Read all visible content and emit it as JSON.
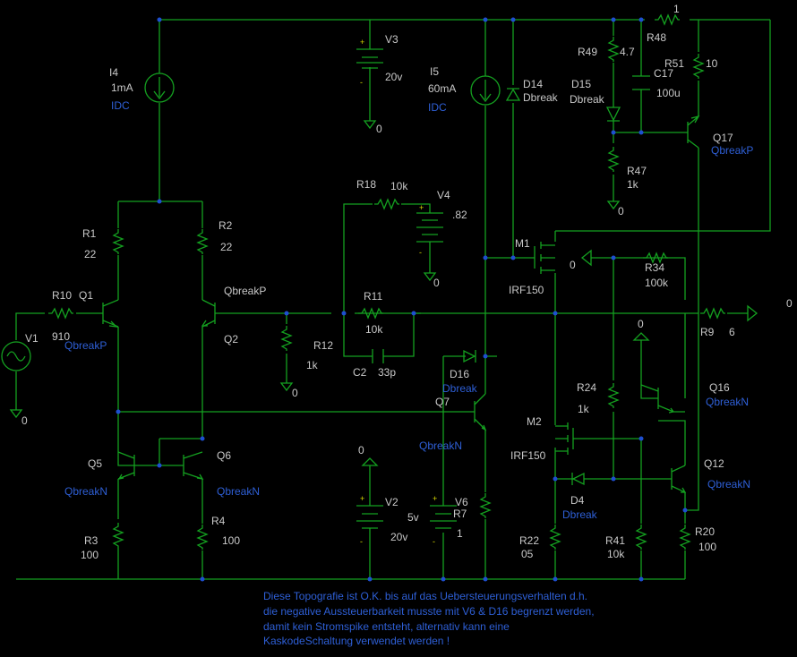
{
  "labels": {
    "I4": "I4",
    "I4_val": "1mA",
    "I4_type": "IDC",
    "V3": "V3",
    "V3_val": "20v",
    "V3_gnd": "0",
    "I5": "I5",
    "I5_val": "60mA",
    "I5_type": "IDC",
    "D14": "D14",
    "D14_model": "Dbreak",
    "R48": "R48",
    "R48_val": "1",
    "R49": "R49",
    "R49_val": "4.7",
    "C17": "C17",
    "C17_val": "100u",
    "R51": "R51",
    "R51_val": "10",
    "D15": "D15",
    "D15_model": "Dbreak",
    "Q17": "Q17",
    "Q17_model": "QbreakP",
    "R47": "R47",
    "R47_val": "1k",
    "R47_gnd": "0",
    "R18": "R18",
    "R18_val": "10k",
    "V4": "V4",
    "V4_val": ".82",
    "V4_gnd": "0",
    "R1": "R1",
    "R1_val": "22",
    "R2": "R2",
    "R2_val": "22",
    "M1": "M1",
    "M1_model": "IRF150",
    "R34": "R34",
    "R34_val": "100k",
    "R34_node": "0",
    "R10": "R10",
    "R10_val": "910",
    "Q1": "Q1",
    "Q1_model": "QbreakP",
    "Q2_model": "QbreakP",
    "Q2": "Q2",
    "R11": "R11",
    "R11_val": "10k",
    "R12": "R12",
    "R12_val": "1k",
    "R12_gnd": "0",
    "C2": "C2",
    "C2_val": "33p",
    "R9": "R9",
    "R9_val": "6",
    "R9_gnd": "0",
    "V1": "V1",
    "V1_gnd": "0",
    "D16": "D16",
    "D16_model": "Dbreak",
    "Q7": "Q7",
    "Q7_model": "QbreakN",
    "R24": "R24",
    "R24_val": "1k",
    "Q16": "Q16",
    "Q16_model": "QbreakN",
    "Q16_node": "0",
    "M2": "M2",
    "M2_model": "IRF150",
    "Q5": "Q5",
    "Q5_model": "QbreakN",
    "Q6": "Q6",
    "Q6_model": "QbreakN",
    "Q12": "Q12",
    "Q12_model": "QbreakN",
    "D4": "D4",
    "D4_model": "Dbreak",
    "V2": "V2",
    "V2_val": "20v",
    "V2_node": "0",
    "V6": "V6",
    "V6_val": "5v",
    "R7": "R7",
    "R7_val": "1",
    "R3": "R3",
    "R3_val": "100",
    "R4": "R4",
    "R4_val": "100",
    "R22": "R22",
    "R22_val": "05",
    "R41": "R41",
    "R41_val": "10k",
    "R20": "R20",
    "R20_val": "100"
  },
  "note": [
    "Diese Topografie ist O.K. bis auf das Uebersteuerungsverhalten d.h.",
    "die negative Aussteuerbarkeit musste mit V6 & D16 begrenzt werden,",
    "damit kein Stromspike entsteht, alternativ kann eine",
    "KaskodeSchaltung verwendet werden !"
  ],
  "colors": {
    "background": "#000000",
    "wire": "#14a020",
    "label": "#2e5fd6",
    "polarity": "#d8d800"
  }
}
